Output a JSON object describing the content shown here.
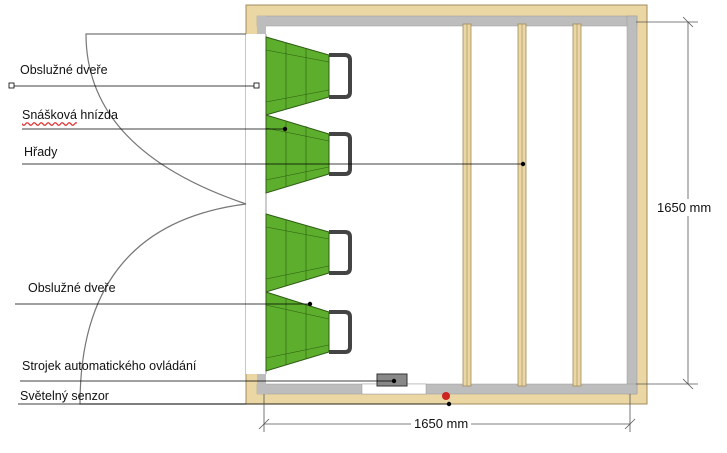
{
  "labels": {
    "service_door_top": "Obslužné dveře",
    "nest_part1": "Snášková",
    "nest_part2": " hnízda",
    "perches": "Hřady",
    "service_door_bottom": "Obslužné dveře",
    "auto_controller": "Strojek automatického ovládání",
    "light_sensor": "Světelný senzor"
  },
  "dimensions": {
    "height": "1650 mm",
    "width": "1650 mm"
  },
  "colors": {
    "wood": "#ead7a4",
    "wood_edge": "#a08b5c",
    "wall": "#bdbdbd",
    "nest": "#5cae2c",
    "handle": "#444444",
    "sensor": "#cc2222"
  }
}
